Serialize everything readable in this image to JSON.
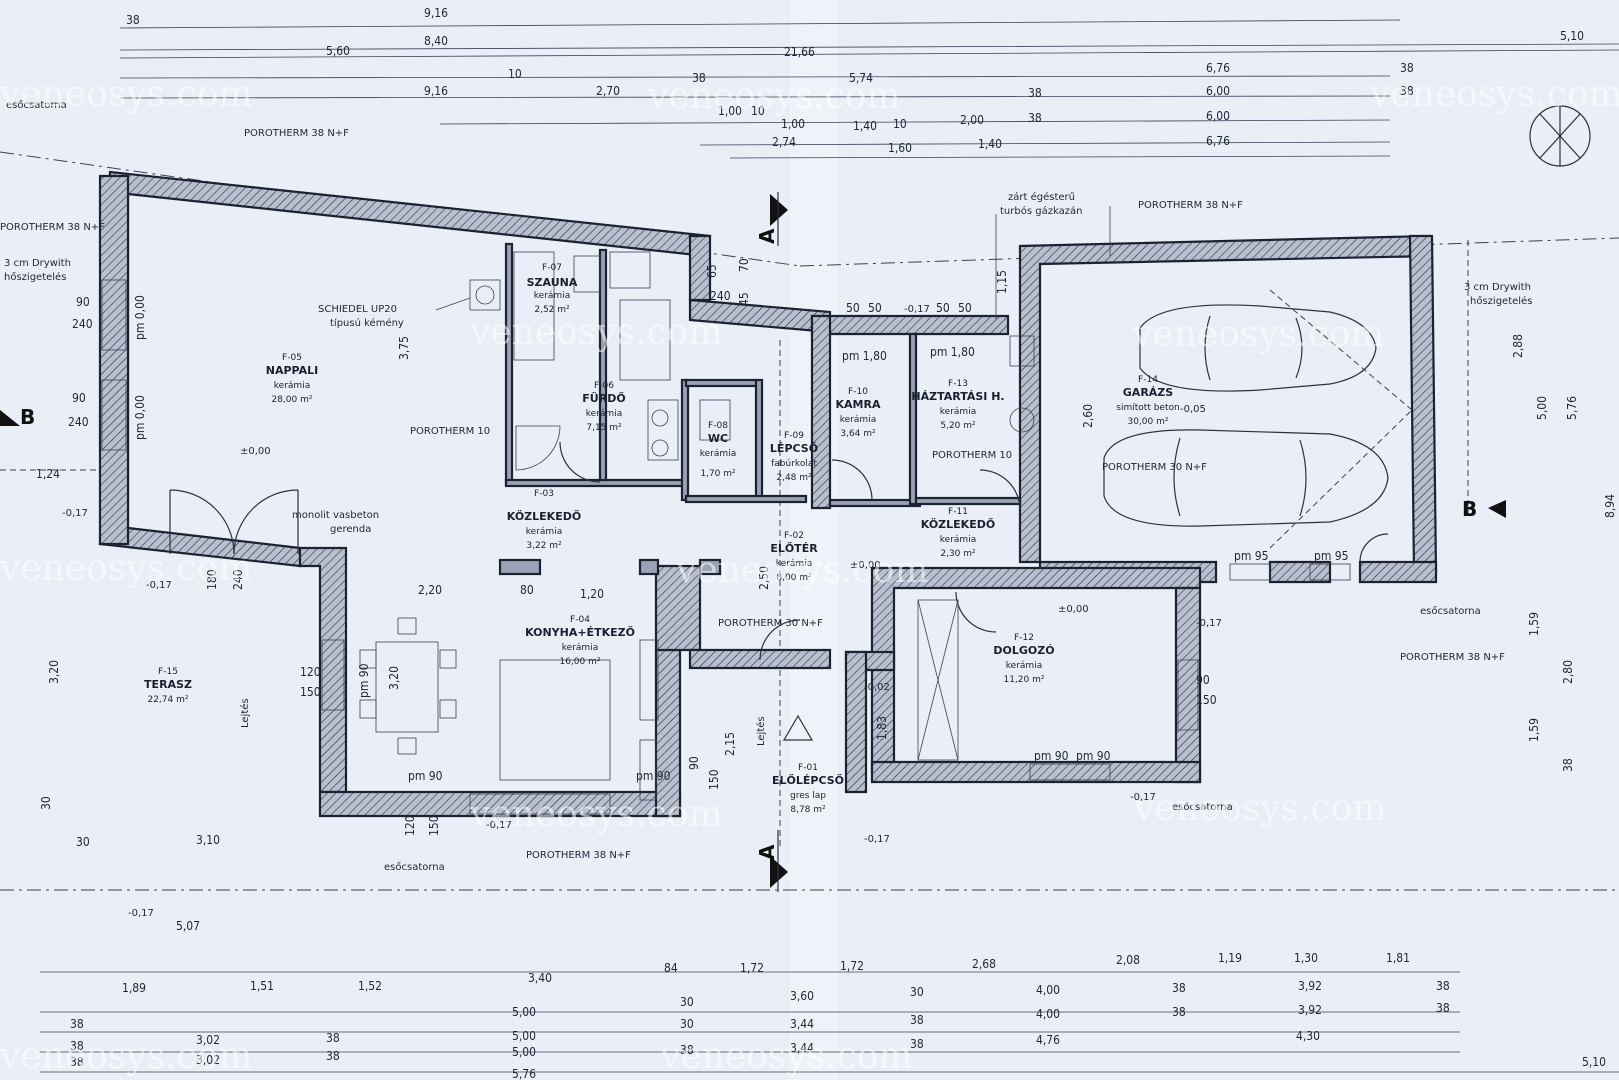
{
  "watermarks": [
    {
      "text": "veneosys.com"
    },
    {
      "text": "veneosys.com"
    },
    {
      "text": "veneosys.com"
    },
    {
      "text": "veneosys.com"
    },
    {
      "text": "veneosys.com"
    },
    {
      "text": "veneosys.com"
    },
    {
      "text": "veneosys.com"
    },
    {
      "text": "veneosys.com"
    },
    {
      "text": "veneosys.com"
    },
    {
      "text": "veneosys.com"
    },
    {
      "text": "veneosys.com"
    }
  ],
  "rooms": {
    "f05": {
      "code": "F-05",
      "name": "NAPPALI",
      "finish": "kerámia",
      "area": "28,00 m²"
    },
    "f07": {
      "code": "F-07",
      "name": "SZAUNA",
      "finish": "kerámia",
      "area": "2,52 m²"
    },
    "f06": {
      "code": "F-06",
      "name": "FÜRDŐ",
      "finish": "kerámia",
      "area": "7,15 m²"
    },
    "f08": {
      "code": "F-08",
      "name": "WC",
      "finish": "kerámia",
      "area": "1,70 m²"
    },
    "f09": {
      "code": "F-09",
      "name": "LÉPCSŐ",
      "finish": "fabúrkolat",
      "area": "2,48 m²"
    },
    "f10": {
      "code": "F-10",
      "name": "KAMRA",
      "finish": "kerámia",
      "area": "3,64 m²"
    },
    "f13": {
      "code": "F-13",
      "name": "HÁZTARTÁSI H.",
      "finish": "kerámia",
      "area": "5,20 m²"
    },
    "f14": {
      "code": "F-14",
      "name": "GARÁZS",
      "finish": "simított beton",
      "area": "30,00 m²"
    },
    "f03": {
      "code": "F-03",
      "name": "KÖZLEKEDŐ",
      "finish": "kerámia",
      "area": "3,22 m²"
    },
    "f02": {
      "code": "F-02",
      "name": "ELŐTÉR",
      "finish": "kerámia",
      "area": "8,00 m²"
    },
    "f11": {
      "code": "F-11",
      "name": "KÖZLEKEDŐ",
      "finish": "kerámia",
      "area": "2,30 m²"
    },
    "f04": {
      "code": "F-04",
      "name": "KONYHA+ÉTKEZŐ",
      "finish": "kerámia",
      "area": "16,00 m²"
    },
    "f12": {
      "code": "F-12",
      "name": "DOLGOZÓ",
      "finish": "kerámia",
      "area": "11,20 m²"
    },
    "f15": {
      "code": "F-15",
      "name": "TERASZ",
      "finish": "",
      "area": "22,74 m²"
    },
    "f01": {
      "code": "F-01",
      "name": "ELŐLÉPCSŐ",
      "finish": "gres lap",
      "area": "8,78 m²"
    }
  },
  "notes": {
    "porotherm38_top": "POROTHERM 38 N+F",
    "porotherm38_left": "POROTHERM 38 N+F",
    "drywall_left": "3 cm Drywith",
    "insul_left": "hőszigetelés",
    "drywall_right": "3 cm Drywith",
    "insul_right": "hőszigetelés",
    "chimney1": "SCHIEDEL UP20",
    "chimney2": "típusú kémény",
    "porotherm10_a": "POROTHERM 10",
    "porotherm10_b": "POROTHERM 10",
    "monolit1": "monolit vasbeton",
    "monolit2": "gerenda",
    "porotherm30_a": "POROTHERM 30 N+F",
    "porotherm30_b": "POROTHERM 30 N+F",
    "boiler1": "zárt égésterű",
    "boiler2": "turbós gázkazán",
    "porotherm38_garage": "POROTHERM 38 N+F",
    "porotherm38_bottom": "POROTHERM 38 N+F",
    "porotherm38_right": "POROTHERM 38 N+F",
    "gutter_a": "esőcsatorna",
    "gutter_b": "esőcsatorna",
    "gutter_c": "esőcsatorna",
    "gutter_d": "esőcsatorna",
    "lejtes_a": "Lejtés",
    "lejtes_b": "Lejtés",
    "level0": "±0,00",
    "level0b": "±0,00",
    "level0c": "±0,00",
    "m017a": "-0,17",
    "m017b": "-0,17",
    "m017c": "-0,17",
    "m017d": "-0,17",
    "m017e": "-0,17",
    "m017f": "-0,17",
    "m017g": "-0,17",
    "m017h": "-0,17",
    "m005": "-0,05",
    "m002": "-0,02"
  },
  "section_marks": {
    "a_top": "A",
    "a_bottom": "A",
    "b_left": "B",
    "b_right": "B"
  },
  "dims_top": {
    "r1a": "38",
    "r1b": "9,16",
    "r2": "8,40",
    "r3a": "5,60",
    "r3b": "21,66",
    "r3c": "5,10",
    "r4a": "10",
    "r4b": "2,70",
    "r4c": "38",
    "r4d": "5,74",
    "r4e": "6,76",
    "r4f": "38",
    "r5a": "9,16",
    "r5b": "38",
    "r5c": "6,00",
    "r5d": "38",
    "r6a": "1,00",
    "r6b": "10",
    "r6c": "1,00",
    "r6d": "1,40",
    "r6e": "10",
    "r6f": "2,00",
    "r6g": "38",
    "r6h": "6,00",
    "r7a": "2,74",
    "r7b": "1,60",
    "r7c": "1,40",
    "r7d": "6,76"
  },
  "dims_bottom": {
    "b1a": "1,89",
    "b1b": "1,51",
    "b1c": "1,52",
    "b1d": "3,40",
    "b1e": "84",
    "b1f": "1,72",
    "b1g": "1,72",
    "b1h": "2,68",
    "b1i": "2,08",
    "b1j": "1,19",
    "b1k": "1,30",
    "b1l": "1,81",
    "b2a": "38",
    "b2b": "5,00",
    "b2c": "30",
    "b2d": "3,60",
    "b2e": "30",
    "b2f": "4,00",
    "b2g": "38",
    "b2h": "3,92",
    "b2i": "38",
    "b3a": "38",
    "b3b": "3,02",
    "b3c": "38",
    "b3d": "5,00",
    "b3e": "30",
    "b3f": "3,44",
    "b3g": "38",
    "b3h": "4,00",
    "b3i": "38",
    "b3j": "3,92",
    "b3k": "38",
    "b4a": "38",
    "b4b": "3,02",
    "b4c": "38",
    "b4d": "5,00",
    "b4e": "38",
    "b4f": "3,44",
    "b4g": "38",
    "b4h": "4,76",
    "b4i": "4,30",
    "b5a": "5,76",
    "b5b": "5,10"
  },
  "dims_inner": {
    "d90a": "90",
    "d240a": "240",
    "pm000a": "pm 0,00",
    "d90b": "90",
    "d240b": "240",
    "pm000b": "pm 0,00",
    "d124": "1,24",
    "d375": "3,75",
    "d220": "2,20",
    "d80a": "80",
    "d120a": "1,20",
    "d180": "180",
    "d240c": "240",
    "d120b": "120",
    "d150a": "150",
    "pm90a": "pm 90",
    "d320": "3,20",
    "d320b": "3,20",
    "d310": "3,10",
    "d30a": "30",
    "d30b": "30",
    "d507": "5,07",
    "pm90b": "pm 90",
    "d120c": "120",
    "d150b": "150",
    "pm90c": "pm 90",
    "d90c": "90",
    "d150c": "150",
    "d65": "65",
    "d240d": "240",
    "d45": "45",
    "d70": "70",
    "d50a": "50",
    "d50b": "50",
    "d50c": "50",
    "d50d": "50",
    "pm180a": "pm 1,80",
    "pm180b": "pm 1,80",
    "d115": "1,15",
    "d260": "2,60",
    "d288": "2,88",
    "d500": "5,00",
    "d576": "5,76",
    "d894": "8,94",
    "d159a": "1,59",
    "d280": "2,80",
    "d159b": "1,59",
    "d38r": "38",
    "d250": "2,50",
    "d215": "2,15",
    "d183": "1,83",
    "pm95a": "pm 95",
    "pm95b": "pm 95",
    "pm90d": "pm 90",
    "pm90e": "pm 90",
    "d90e": "90",
    "d150e": "150"
  }
}
